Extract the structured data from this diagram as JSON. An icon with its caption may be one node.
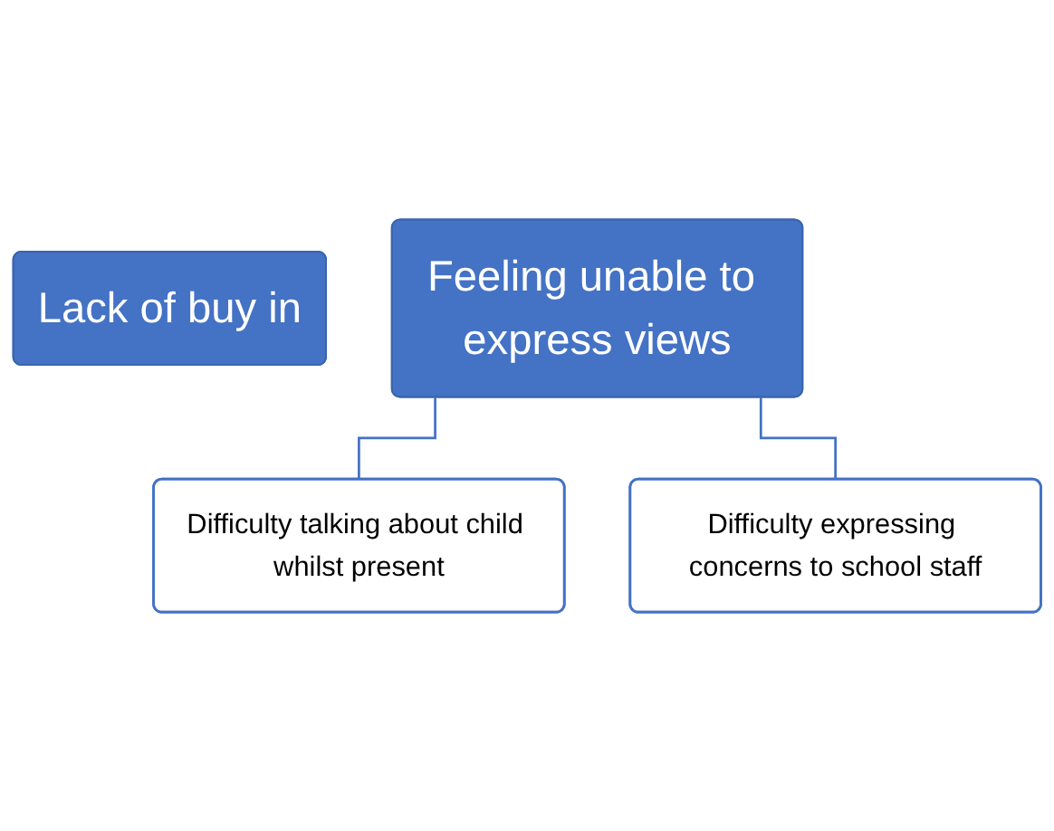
{
  "diagram": {
    "nodes": [
      {
        "text": [
          "Lack of buy in"
        ]
      },
      {
        "text": [
          "Feeling unable to express views"
        ]
      },
      {
        "text": [
          "Difficulty talking about child whilst present"
        ]
      },
      {
        "text": [
          "Difficulty expressing concerns to school staff"
        ]
      }
    ],
    "edges": [
      {
        "from": 1,
        "to": 2,
        "arrow": "none"
      },
      {
        "from": 1,
        "to": 3,
        "arrow": "none"
      }
    ]
  }
}
